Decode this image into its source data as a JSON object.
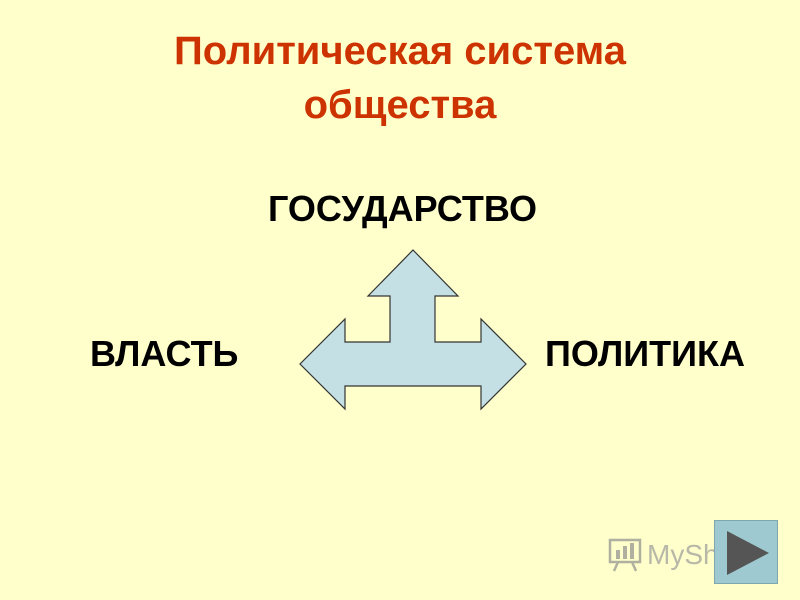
{
  "title": {
    "line1": "Политическая система",
    "line2": "общества"
  },
  "diagram": {
    "top": "ГОСУДАРСТВО",
    "left": "ВЛАСТЬ",
    "right": "ПОЛИТИКА",
    "arrow_fill": "#c5e0e4",
    "arrow_stroke": "#333333"
  },
  "watermark": {
    "text": "MyShared",
    "icon": "myshared-logo-icon"
  },
  "navigation": {
    "next_icon": "play-triangle-icon"
  },
  "colors": {
    "background": "#ffffcc",
    "title": "#cc3300",
    "terms": "#000000"
  }
}
